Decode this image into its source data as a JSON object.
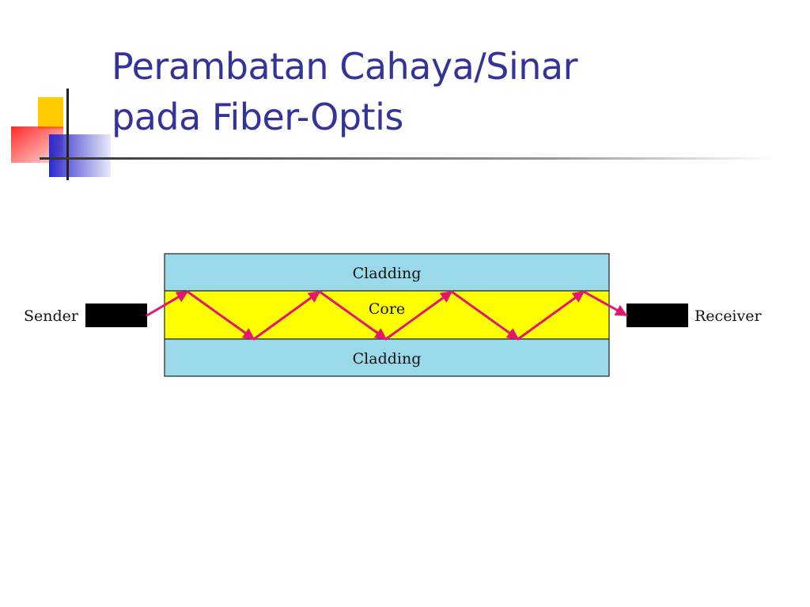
{
  "slide": {
    "title_line1": "Perambatan Cahaya/Sinar",
    "title_line2": "pada Fiber-Optis"
  },
  "diagram": {
    "cladding_top_label": "Cladding",
    "core_label": "Core",
    "cladding_bottom_label": "Cladding",
    "sender_label": "Sender",
    "receiver_label": "Receiver"
  },
  "colors": {
    "title": "#333399",
    "cladding": "#99d9ea",
    "core": "#ffff00",
    "light_ray": "#e6166e",
    "device": "#000000",
    "deco_yellow": "#ffcc00",
    "deco_red": "#ff3333",
    "deco_blue": "#3333cc"
  }
}
